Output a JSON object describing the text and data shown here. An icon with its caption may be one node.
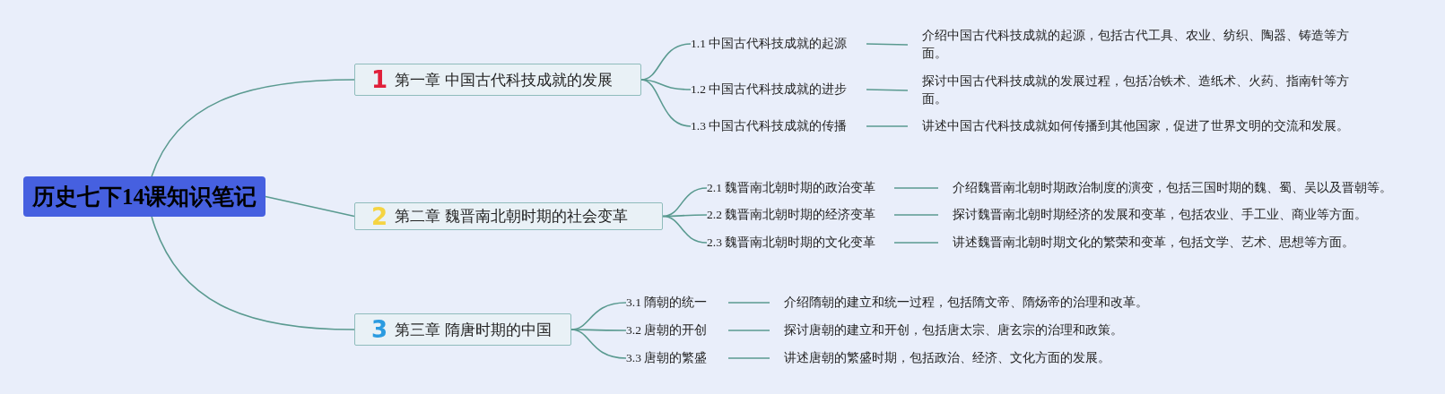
{
  "diagram": {
    "nodes": [
      {
        "text": [
          "历史七下14课知识笔记"
        ]
      },
      {
        "text": [
          "1",
          "第一章 中国古代科技成就的发展"
        ]
      },
      {
        "text": [
          "1.1 中国古代科技成就的起源"
        ]
      },
      {
        "text": [
          "1.2 中国古代科技成就的进步"
        ]
      },
      {
        "text": [
          "1.3 中国古代科技成就的传播"
        ]
      },
      {
        "text": [
          "介绍中国古代科技成就的起源，包括古代工具、农业、纺织、陶器、铸造等方面。"
        ]
      },
      {
        "text": [
          "探讨中国古代科技成就的发展过程，包括冶铁术、造纸术、火药、指南针等方面。"
        ]
      },
      {
        "text": [
          "讲述中国古代科技成就如何传播到其他国家，促进了世界文明的交流和发展。"
        ]
      },
      {
        "text": [
          "2",
          "第二章 魏晋南北朝时期的社会变革"
        ]
      },
      {
        "text": [
          "2.1 魏晋南北朝时期的政治变革"
        ]
      },
      {
        "text": [
          "2.2 魏晋南北朝时期的经济变革"
        ]
      },
      {
        "text": [
          "2.3 魏晋南北朝时期的文化变革"
        ]
      },
      {
        "text": [
          "介绍魏晋南北朝时期政治制度的演变，包括三国时期的魏、蜀、吴以及晋朝等。"
        ]
      },
      {
        "text": [
          "探讨魏晋南北朝时期经济的发展和变革，包括农业、手工业、商业等方面。"
        ]
      },
      {
        "text": [
          "讲述魏晋南北朝时期文化的繁荣和变革，包括文学、艺术、思想等方面。"
        ]
      },
      {
        "text": [
          "3",
          "第三章 隋唐时期的中国"
        ]
      },
      {
        "text": [
          "3.1 隋朝的统一"
        ]
      },
      {
        "text": [
          "3.2 唐朝的开创"
        ]
      },
      {
        "text": [
          "3.3 唐朝的繁盛"
        ]
      },
      {
        "text": [
          "介绍隋朝的建立和统一过程，包括隋文帝、隋炀帝的治理和改革。"
        ]
      },
      {
        "text": [
          "探讨唐朝的建立和开创，包括唐太宗、唐玄宗的治理和政策。"
        ]
      },
      {
        "text": [
          "讲述唐朝的繁盛时期，包括政治、经济、文化方面的发展。"
        ]
      }
    ],
    "edges": [
      {
        "from": 0,
        "to": 1,
        "arrow": "none"
      },
      {
        "from": 0,
        "to": 8,
        "arrow": "none"
      },
      {
        "from": 0,
        "to": 15,
        "arrow": "none"
      },
      {
        "from": 1,
        "to": 2,
        "arrow": "none"
      },
      {
        "from": 1,
        "to": 3,
        "arrow": "none"
      },
      {
        "from": 1,
        "to": 4,
        "arrow": "none"
      },
      {
        "from": 2,
        "to": 5,
        "arrow": "none"
      },
      {
        "from": 3,
        "to": 6,
        "arrow": "none"
      },
      {
        "from": 4,
        "to": 7,
        "arrow": "none"
      },
      {
        "from": 8,
        "to": 9,
        "arrow": "none"
      },
      {
        "from": 8,
        "to": 10,
        "arrow": "none"
      },
      {
        "from": 8,
        "to": 11,
        "arrow": "none"
      },
      {
        "from": 9,
        "to": 12,
        "arrow": "none"
      },
      {
        "from": 10,
        "to": 13,
        "arrow": "none"
      },
      {
        "from": 11,
        "to": 14,
        "arrow": "none"
      },
      {
        "from": 15,
        "to": 16,
        "arrow": "none"
      },
      {
        "from": 15,
        "to": 17,
        "arrow": "none"
      },
      {
        "from": 15,
        "to": 18,
        "arrow": "none"
      },
      {
        "from": 16,
        "to": 19,
        "arrow": "none"
      },
      {
        "from": 17,
        "to": 20,
        "arrow": "none"
      },
      {
        "from": 18,
        "to": 21,
        "arrow": "none"
      }
    ]
  }
}
